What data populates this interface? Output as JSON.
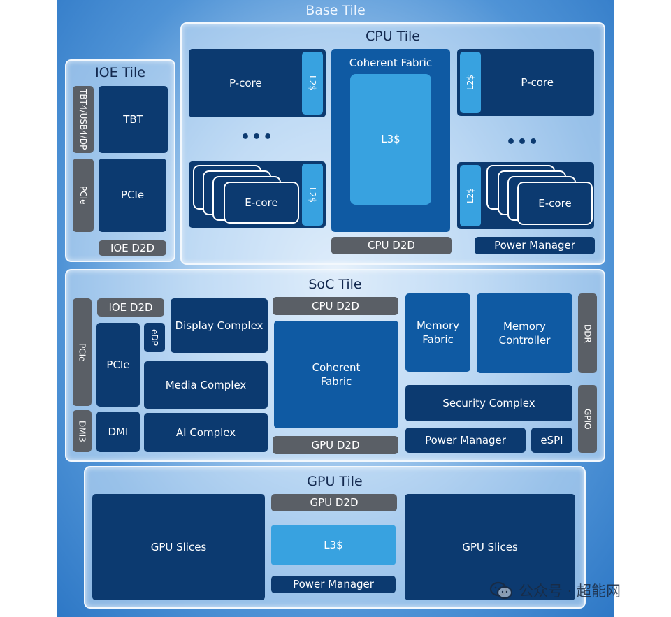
{
  "base": {
    "title": "Base Tile"
  },
  "cpu": {
    "title": "CPU Tile",
    "pcore": "P-core",
    "ecore": "E-core",
    "l2": "L2$",
    "fabric": "Coherent Fabric",
    "l3": "L3$",
    "d2d": "CPU D2D",
    "power": "Power Manager",
    "more": "•••"
  },
  "ioe": {
    "title": "IOE Tile",
    "tbt_side": "TBT4/USB4/DP",
    "tbt": "TBT",
    "pcie_side": "PCIe",
    "pcie": "PCIe",
    "d2d": "IOE D2D"
  },
  "soc": {
    "title": "SoC Tile",
    "pcie_side": "PCIe",
    "dmi_side": "DMI3",
    "ioe_d2d": "IOE D2D",
    "pcie": "PCIe",
    "edp": "eDP",
    "dmi": "DMI",
    "display": "Display Complex",
    "media": "Media Complex",
    "ai": "AI Complex",
    "cpu_d2d": "CPU D2D",
    "fabric": "Coherent\nFabric",
    "gpu_d2d": "GPU D2D",
    "mem_fabric": "Memory\nFabric",
    "mem_ctrl": "Memory\nController",
    "ddr": "DDR",
    "security": "Security Complex",
    "power": "Power Manager",
    "espi": "eSPI",
    "gpio": "GPIO"
  },
  "gpu": {
    "title": "GPU Tile",
    "slices_left": "GPU Slices",
    "slices_right": "GPU Slices",
    "d2d": "GPU D2D",
    "l3": "L3$",
    "power": "Power Manager"
  },
  "watermark": {
    "text": "公众号 · 超能网"
  }
}
